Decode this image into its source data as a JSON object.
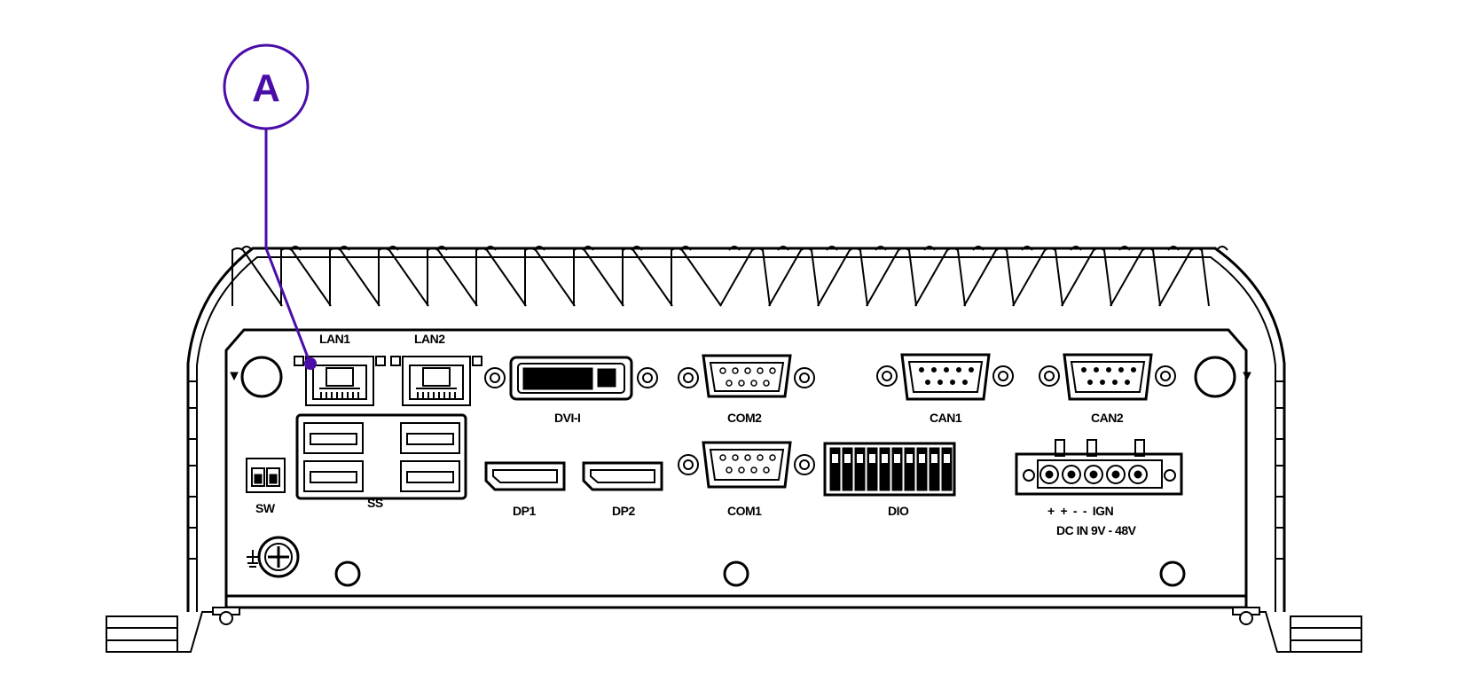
{
  "callout": {
    "letter": "A",
    "color": "#4B0DA8"
  },
  "ports": {
    "lan1": "LAN1",
    "lan2": "LAN2",
    "dvi": "DVI-I",
    "com2": "COM2",
    "can1": "CAN1",
    "can2": "CAN2",
    "sw": "SW",
    "usb": "SS",
    "dp1": "DP1",
    "dp2": "DP2",
    "com1": "COM1",
    "dio": "DIO",
    "dc_pins": "+  +  -  -  IGN",
    "dc_in": "DC IN 9V - 48V"
  },
  "colors": {
    "line": "#000000",
    "background": "#ffffff",
    "accent": "#4B0DA8"
  }
}
